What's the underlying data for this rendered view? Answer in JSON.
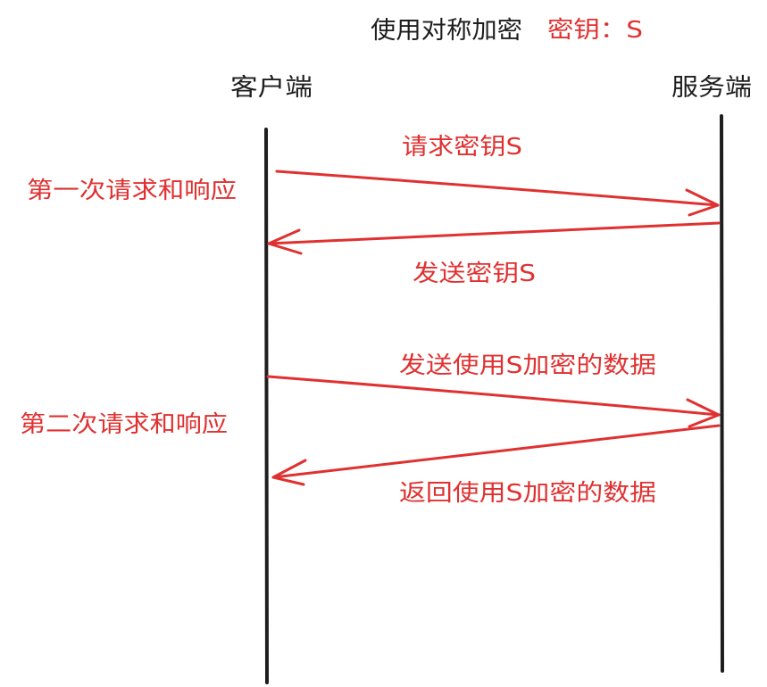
{
  "title": {
    "text": "使用对称加密",
    "key_label": "密钥：S"
  },
  "participants": {
    "client": "客户端",
    "server": "服务端"
  },
  "phases": [
    {
      "label": "第一次请求和响应"
    },
    {
      "label": "第二次请求和响应"
    }
  ],
  "messages": [
    {
      "label": "请求密钥S",
      "direction": "client-to-server"
    },
    {
      "label": "发送密钥S",
      "direction": "server-to-client"
    },
    {
      "label": "发送使用S加密的数据",
      "direction": "client-to-server"
    },
    {
      "label": "返回使用S加密的数据",
      "direction": "server-to-client"
    }
  ],
  "colors": {
    "ink": "#1e1e1e",
    "accent": "#e03131",
    "background": "#ffffff"
  }
}
